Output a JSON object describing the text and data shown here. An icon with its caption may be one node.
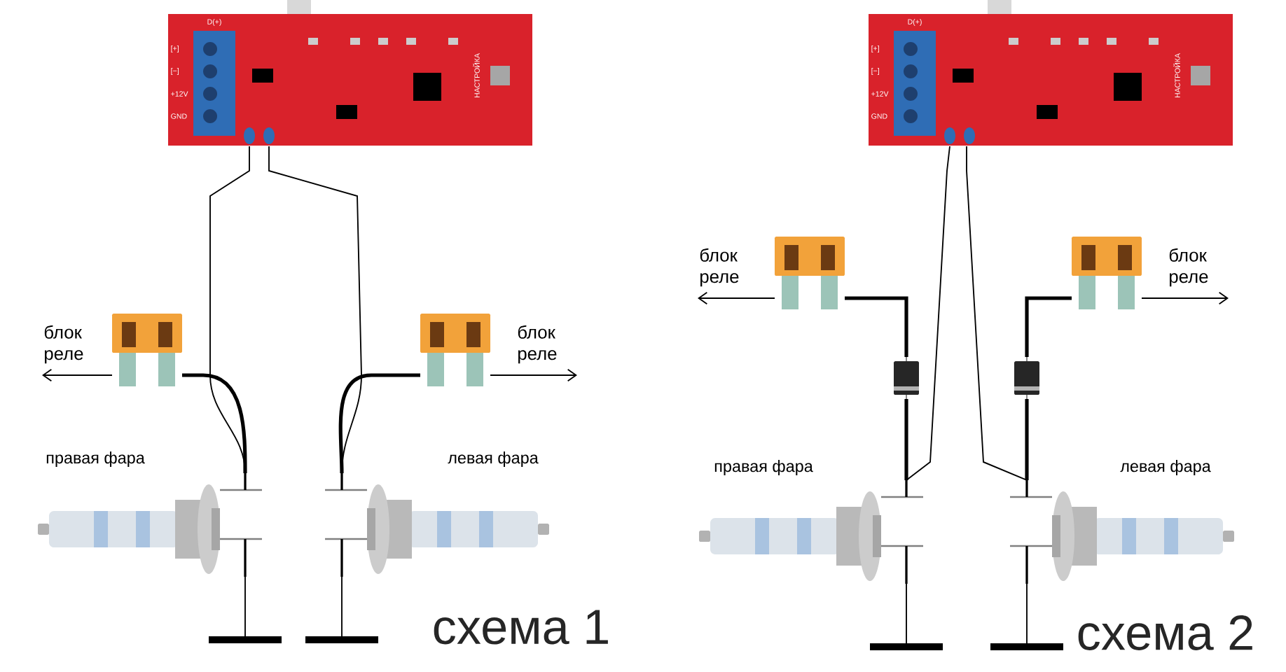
{
  "diagram": {
    "nodes": [
      {
        "text": [
          "D(+)",
          "[+]",
          "[−]",
          "+12V",
          "GND",
          "НАСТРОЙКА"
        ]
      },
      {
        "text": [],
        "shape": "picture"
      },
      {
        "text": [
          "блок реле"
        ]
      },
      {
        "text": [],
        "shape": "picture",
        "beside": [
          "правая фара"
        ]
      },
      {
        "text": [],
        "shape": "picture"
      },
      {
        "text": [
          "блок реле"
        ]
      },
      {
        "text": [],
        "shape": "picture",
        "beside": [
          "левая фара"
        ]
      },
      {
        "text": [],
        "shape": "bar"
      },
      {
        "text": [],
        "shape": "bar"
      },
      {
        "text": [
          "D(+)",
          "[+]",
          "[−]",
          "+12V",
          "GND",
          "НАСТРОЙКА"
        ]
      },
      {
        "text": [],
        "shape": "picture"
      },
      {
        "text": [
          "блок реле"
        ]
      },
      {
        "text": [],
        "shape": "picture"
      },
      {
        "text": [],
        "shape": "picture",
        "beside": [
          "правая фара"
        ]
      },
      {
        "text": [],
        "shape": "picture"
      },
      {
        "text": [
          "блок реле"
        ]
      },
      {
        "text": [],
        "shape": "picture"
      },
      {
        "text": [],
        "shape": "picture",
        "beside": [
          "левая фара"
        ]
      },
      {
        "text": [],
        "shape": "bar"
      },
      {
        "text": [],
        "shape": "bar"
      }
    ],
    "edges": [
      {
        "from": 0,
        "to": 3,
        "arrow": "none"
      },
      {
        "from": 1,
        "to": 3,
        "arrow": "none",
        "style": "thick"
      },
      {
        "from": 1,
        "to": 2,
        "arrow": "to"
      },
      {
        "from": 3,
        "to": 7,
        "arrow": "none"
      },
      {
        "from": 0,
        "to": 6,
        "arrow": "none"
      },
      {
        "from": 4,
        "to": 6,
        "arrow": "none",
        "style": "thick"
      },
      {
        "from": 4,
        "to": 5,
        "arrow": "to"
      },
      {
        "from": 6,
        "to": 8,
        "arrow": "none"
      },
      {
        "from": 9,
        "to": 13,
        "arrow": "none"
      },
      {
        "from": 10,
        "to": 12,
        "arrow": "none",
        "style": "thick"
      },
      {
        "from": 12,
        "to": 13,
        "arrow": "none",
        "style": "thick"
      },
      {
        "from": 10,
        "to": 11,
        "arrow": "to"
      },
      {
        "from": 13,
        "to": 18,
        "arrow": "none"
      },
      {
        "from": 9,
        "to": 17,
        "arrow": "none"
      },
      {
        "from": 14,
        "to": 16,
        "arrow": "none",
        "style": "thick"
      },
      {
        "from": 16,
        "to": 17,
        "arrow": "none",
        "style": "thick"
      },
      {
        "from": 14,
        "to": 15,
        "arrow": "to"
      },
      {
        "from": 17,
        "to": 19,
        "arrow": "none"
      }
    ],
    "labels": [
      "схема 1",
      "схема 2"
    ]
  }
}
